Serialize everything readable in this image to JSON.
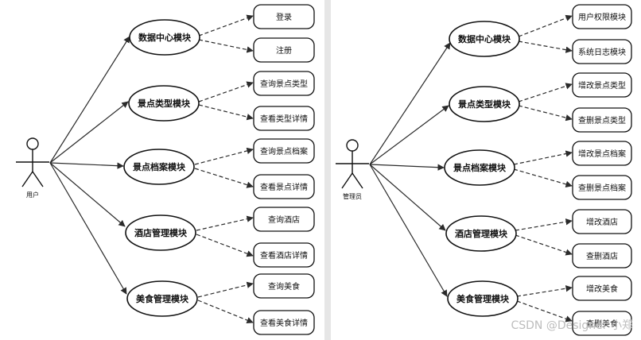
{
  "panels": [
    {
      "actor": {
        "label": "用户"
      },
      "modules": [
        {
          "label": "数据中心模块",
          "leaves": [
            "登录",
            "注册"
          ]
        },
        {
          "label": "景点类型模块",
          "leaves": [
            "查询景点类型",
            "查看类型详情"
          ]
        },
        {
          "label": "景点档案模块",
          "leaves": [
            "查询景点档案",
            "查看景点详情"
          ]
        },
        {
          "label": "酒店管理模块",
          "leaves": [
            "查询酒店",
            "查看酒店详情"
          ]
        },
        {
          "label": "美食管理模块",
          "leaves": [
            "查询美食",
            "查看美食详情"
          ]
        }
      ]
    },
    {
      "actor": {
        "label": "管理员"
      },
      "modules": [
        {
          "label": "数据中心模块",
          "leaves": [
            "用户权限模块",
            "系统日志模块"
          ]
        },
        {
          "label": "景点类型模块",
          "leaves": [
            "增改景点类型",
            "查删景点类型"
          ]
        },
        {
          "label": "景点档案模块",
          "leaves": [
            "增改景点档案",
            "查删景点档案"
          ]
        },
        {
          "label": "酒店管理模块",
          "leaves": [
            "增改酒店",
            "查删酒店"
          ]
        },
        {
          "label": "美食管理模块",
          "leaves": [
            "增改美食",
            "查删美食"
          ]
        }
      ]
    }
  ],
  "watermark": "CSDN @Designer 小郑"
}
